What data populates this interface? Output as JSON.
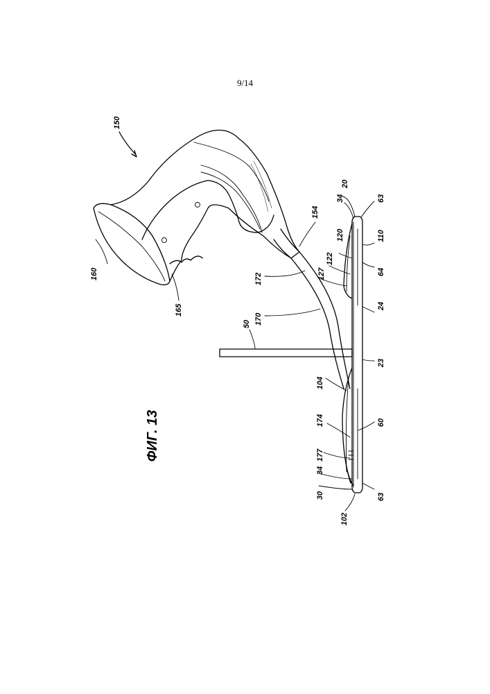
{
  "page_number": "9/14",
  "figure_title": "ФИГ. 13",
  "reference_numerals": {
    "r150": "150",
    "r160": "160",
    "r165": "165",
    "r154": "154",
    "r172": "172",
    "r170": "170",
    "r50": "50",
    "r127": "127",
    "r122": "122",
    "r120": "120",
    "r34_top": "34",
    "r20": "20",
    "r63_top": "63",
    "r110": "110",
    "r64": "64",
    "r24": "24",
    "r23": "23",
    "r104": "104",
    "r60": "60",
    "r174": "174",
    "r177": "177",
    "r34_bottom": "34",
    "r30": "30",
    "r63_bottom": "63",
    "r102": "102"
  }
}
